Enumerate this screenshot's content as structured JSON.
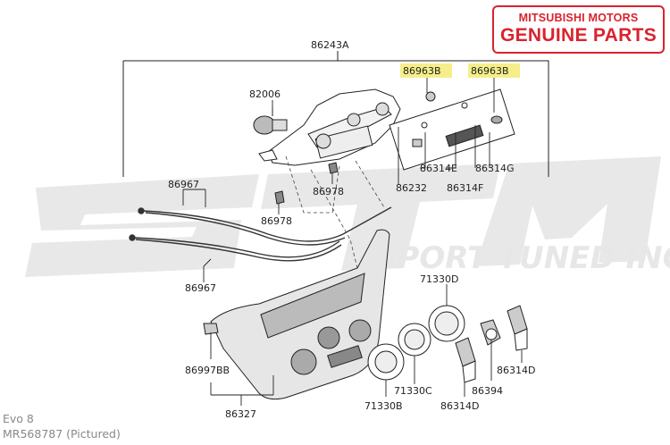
{
  "brand": {
    "line1": "MITSUBISHI MOTORS",
    "line2": "GENUINE PARTS",
    "color": "#d9232e"
  },
  "watermark": {
    "logo_text": "STM",
    "subtext": "SPORT TUNED INC.",
    "color": "#e7e7e7"
  },
  "highlight_color": "#f5ee8a",
  "parts": {
    "p86243A": "86243A",
    "p82006": "82006",
    "p86963B_1": "86963B",
    "p86963B_2": "86963B",
    "p86314E": "86314E",
    "p86314G": "86314G",
    "p86232": "86232",
    "p86314F": "86314F",
    "p86978_1": "86978",
    "p86978_2": "86978",
    "p86967_1": "86967",
    "p86967_2": "86967",
    "p71330D": "71330D",
    "p86997BB": "86997BB",
    "p71330C": "71330C",
    "p86394": "86394",
    "p86314D_1": "86314D",
    "p86314D_2": "86314D",
    "p71330B": "71330B",
    "p86327": "86327"
  },
  "caption": {
    "model": "Evo 8",
    "part": "MR568787  (Pictured)"
  }
}
